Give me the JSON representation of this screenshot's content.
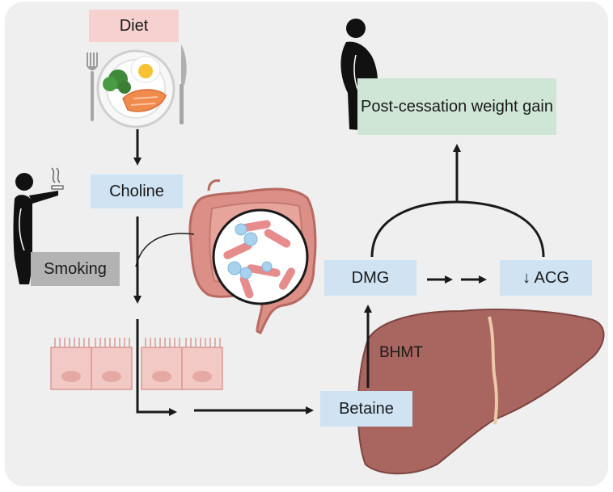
{
  "labels": {
    "diet": "Diet",
    "choline": "Choline",
    "smoking": "Smoking",
    "post_cessation": "Post-cessation weight gain",
    "dmg": "DMG",
    "acg": "↓ ACG",
    "betaine": "Betaine",
    "bhmt": "BHMT"
  },
  "colors": {
    "background_panel": "#efefef",
    "diet_box": "#f6d1cf",
    "nutrient_box": "#cfe3f3",
    "smoking_box": "#b3b3b3",
    "outcome_box": "#cfe6d6",
    "arrow": "#1a1a1a",
    "liver": "#a9655f",
    "intestine": "#dc8f86",
    "enterocyte": "#f2c9c4",
    "bacteria": "#e78c8c",
    "microbe_blue": "#a9d2ef"
  },
  "icons": [
    "fork-icon",
    "knife-icon",
    "plate-icon",
    "smoker-figure-icon",
    "obese-person-icon",
    "intestine-icon",
    "microbiome-magnifier-icon",
    "enterocyte-cells-icon",
    "liver-icon"
  ]
}
